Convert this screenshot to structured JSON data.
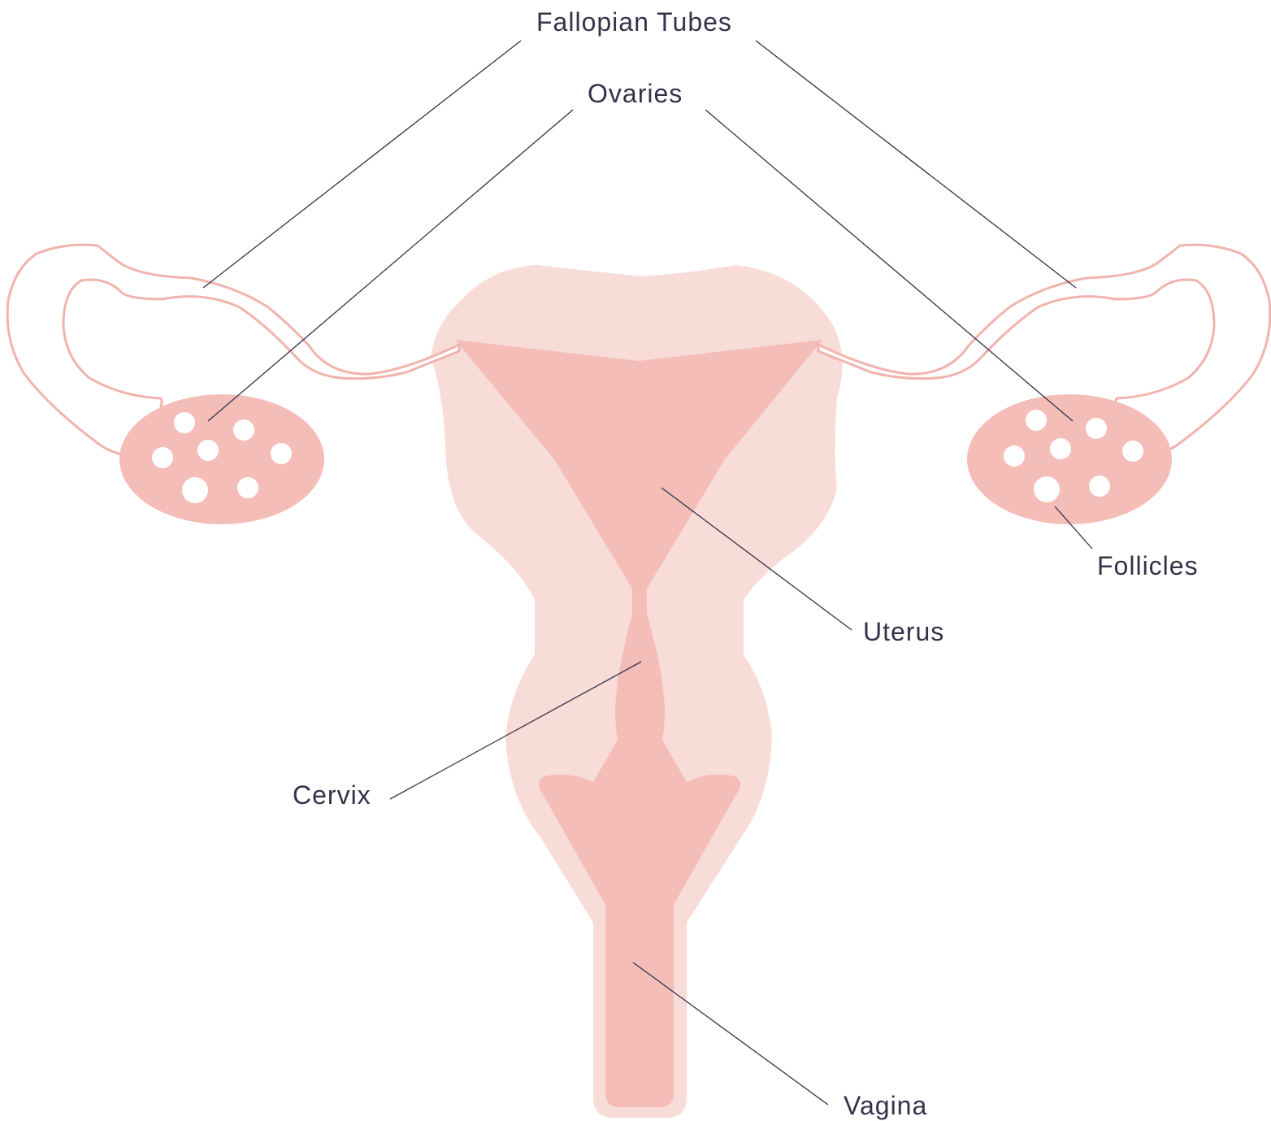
{
  "labels": {
    "fallopian_tubes": "Fallopian Tubes",
    "ovaries": "Ovaries",
    "follicles": "Follicles",
    "uterus": "Uterus",
    "cervix": "Cervix",
    "vagina": "Vagina"
  },
  "colors": {
    "outer_tissue": "#f8dcd8",
    "inner_tissue": "#f4bdb8",
    "ovary": "#f4bdb8",
    "tube_outline": "#f1b3ad",
    "follicle": "#ffffff",
    "leader_line": "#33334a",
    "label_text": "#33334a"
  }
}
